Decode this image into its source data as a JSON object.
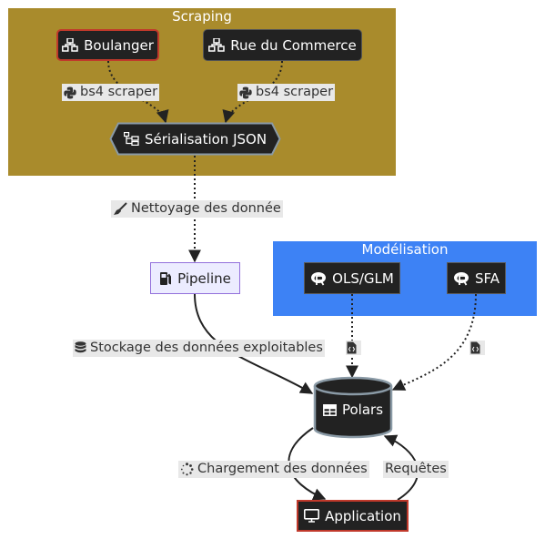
{
  "clusters": {
    "scraping": {
      "title": "Scraping",
      "color": "#a98b2c"
    },
    "modelisation": {
      "title": "Modélisation",
      "color": "#3d82f5"
    }
  },
  "nodes": {
    "boulanger": {
      "label": "Boulanger",
      "icon": "sitemap-icon",
      "border": "#c0392b"
    },
    "rue_du_commerce": {
      "label": "Rue du Commerce",
      "icon": "sitemap-icon",
      "border": "#555555"
    },
    "serialisation": {
      "label": "Sérialisation JSON",
      "icon": "tree-structure-icon"
    },
    "pipeline": {
      "label": "Pipeline",
      "icon": "gas-pump-icon",
      "fill": "#ececff",
      "border": "#9370db"
    },
    "ols_glm": {
      "label": "OLS/GLM",
      "icon": "r-project-icon"
    },
    "sfa": {
      "label": "SFA",
      "icon": "r-project-icon"
    },
    "polars": {
      "label": "Polars",
      "icon": "table-icon"
    },
    "application": {
      "label": "Application",
      "icon": "monitor-icon",
      "border": "#c0392b"
    }
  },
  "edge_labels": {
    "bs4_left": {
      "text": "bs4 scraper",
      "icon": "python-icon"
    },
    "bs4_right": {
      "text": "bs4 scraper",
      "icon": "python-icon"
    },
    "nettoyage": {
      "text": "Nettoyage des donnée",
      "icon": "broom-icon"
    },
    "stockage": {
      "text": "Stockage des données exploitables",
      "icon": "database-icon"
    },
    "ols_to_polars": {
      "text": "",
      "icon": "file-code-icon"
    },
    "sfa_to_polars": {
      "text": "",
      "icon": "file-code-icon"
    },
    "chargement": {
      "text": "Chargement des données",
      "icon": "spinner-icon"
    },
    "requetes": {
      "text": "Requêtes",
      "icon": ""
    }
  }
}
